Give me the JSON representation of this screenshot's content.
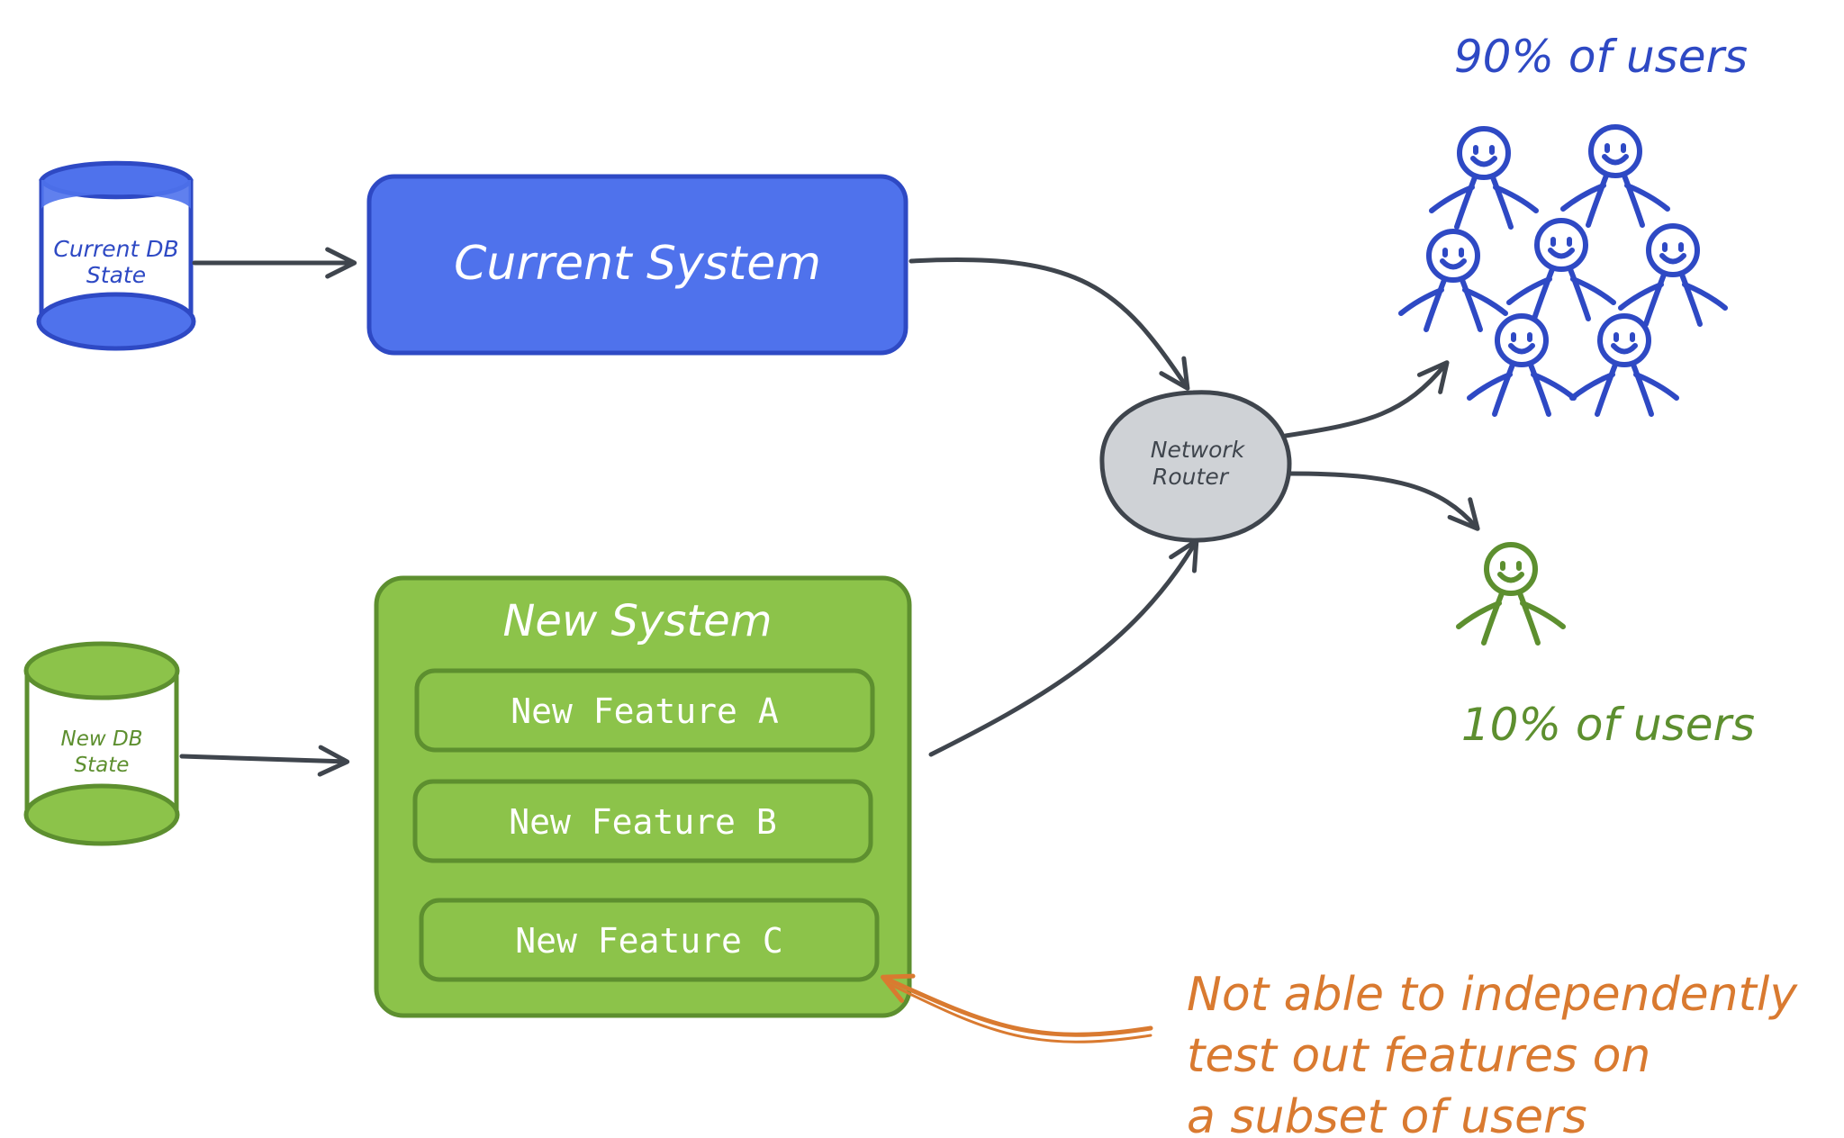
{
  "colors": {
    "blue": "#4f72ec",
    "blue_dark": "#2e49c4",
    "green": "#8cc34a",
    "green_dark": "#5d8f2f",
    "gray": "#cfd2d6",
    "ink": "#3f454d",
    "orange": "#d97a30"
  },
  "current_db": {
    "label_line1": "Current DB",
    "label_line2": "State"
  },
  "new_db": {
    "label_line1": "New DB",
    "label_line2": "State"
  },
  "current_system": {
    "title": "Current System"
  },
  "new_system": {
    "title": "New System",
    "features": [
      "New Feature A",
      "New Feature B",
      "New Feature C"
    ]
  },
  "router": {
    "label_line1": "Network",
    "label_line2": "Router"
  },
  "users_90": {
    "label": "90% of users"
  },
  "users_10": {
    "label": "10% of users"
  },
  "note": {
    "lines": [
      "Not able to independently",
      "test out features on",
      "a subset of users"
    ]
  }
}
